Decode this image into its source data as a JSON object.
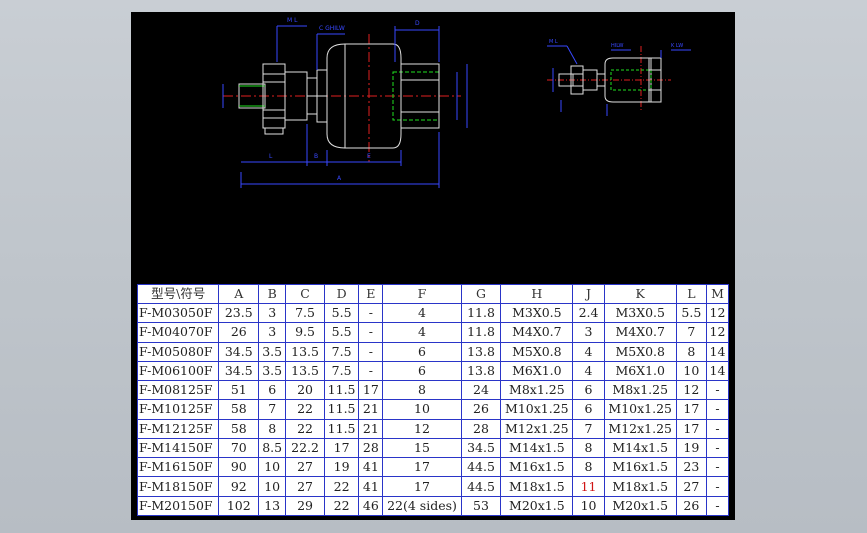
{
  "drawing": {
    "left_view_dims": [
      "H",
      "I",
      "B",
      "F",
      "E",
      "C",
      "D",
      "A",
      "G",
      "M",
      "K",
      "J",
      "L"
    ],
    "right_view_dims": [
      "H",
      "I",
      "J",
      "K",
      "L"
    ]
  },
  "table": {
    "headers": [
      "型号\\符号",
      "A",
      "B",
      "C",
      "D",
      "E",
      "F",
      "G",
      "H",
      "J",
      "K",
      "L",
      "M"
    ],
    "rows": [
      [
        "F-M03050F",
        "23.5",
        "3",
        "7.5",
        "5.5",
        "-",
        "4",
        "11.8",
        "M3X0.5",
        "2.4",
        "M3X0.5",
        "5.5",
        "12"
      ],
      [
        "F-M04070F",
        "26",
        "3",
        "9.5",
        "5.5",
        "-",
        "4",
        "11.8",
        "M4X0.7",
        "3",
        "M4X0.7",
        "7",
        "12"
      ],
      [
        "F-M05080F",
        "34.5",
        "3.5",
        "13.5",
        "7.5",
        "-",
        "6",
        "13.8",
        "M5X0.8",
        "4",
        "M5X0.8",
        "8",
        "14"
      ],
      [
        "F-M06100F",
        "34.5",
        "3.5",
        "13.5",
        "7.5",
        "-",
        "6",
        "13.8",
        "M6X1.0",
        "4",
        "M6X1.0",
        "10",
        "14"
      ],
      [
        "F-M08125F",
        "51",
        "6",
        "20",
        "11.5",
        "17",
        "8",
        "24",
        "M8x1.25",
        "6",
        "M8x1.25",
        "12",
        "-"
      ],
      [
        "F-M10125F",
        "58",
        "7",
        "22",
        "11.5",
        "21",
        "10",
        "26",
        "M10x1.25",
        "6",
        "M10x1.25",
        "17",
        "-"
      ],
      [
        "F-M12125F",
        "58",
        "8",
        "22",
        "11.5",
        "21",
        "12",
        "28",
        "M12x1.25",
        "7",
        "M12x1.25",
        "17",
        "-"
      ],
      [
        "F-M14150F",
        "70",
        "8.5",
        "22.2",
        "17",
        "28",
        "15",
        "34.5",
        "M14x1.5",
        "8",
        "M14x1.5",
        "19",
        "-"
      ],
      [
        "F-M16150F",
        "90",
        "10",
        "27",
        "19",
        "41",
        "17",
        "44.5",
        "M16x1.5",
        "8",
        "M16x1.5",
        "23",
        "-"
      ],
      [
        "F-M18150F",
        "92",
        "10",
        "27",
        "22",
        "41",
        "17",
        "44.5",
        "M18x1.5",
        "11",
        "M18x1.5",
        "27",
        "-"
      ],
      [
        "F-M20150F",
        "102",
        "13",
        "29",
        "22",
        "46",
        "22(4 sides)",
        "53",
        "M20x1.5",
        "10",
        "M20x1.5",
        "26",
        "-"
      ]
    ],
    "highlight": {
      "row": 9,
      "col": 9,
      "color": "#d01515"
    },
    "border_color": "#2a35c8"
  }
}
